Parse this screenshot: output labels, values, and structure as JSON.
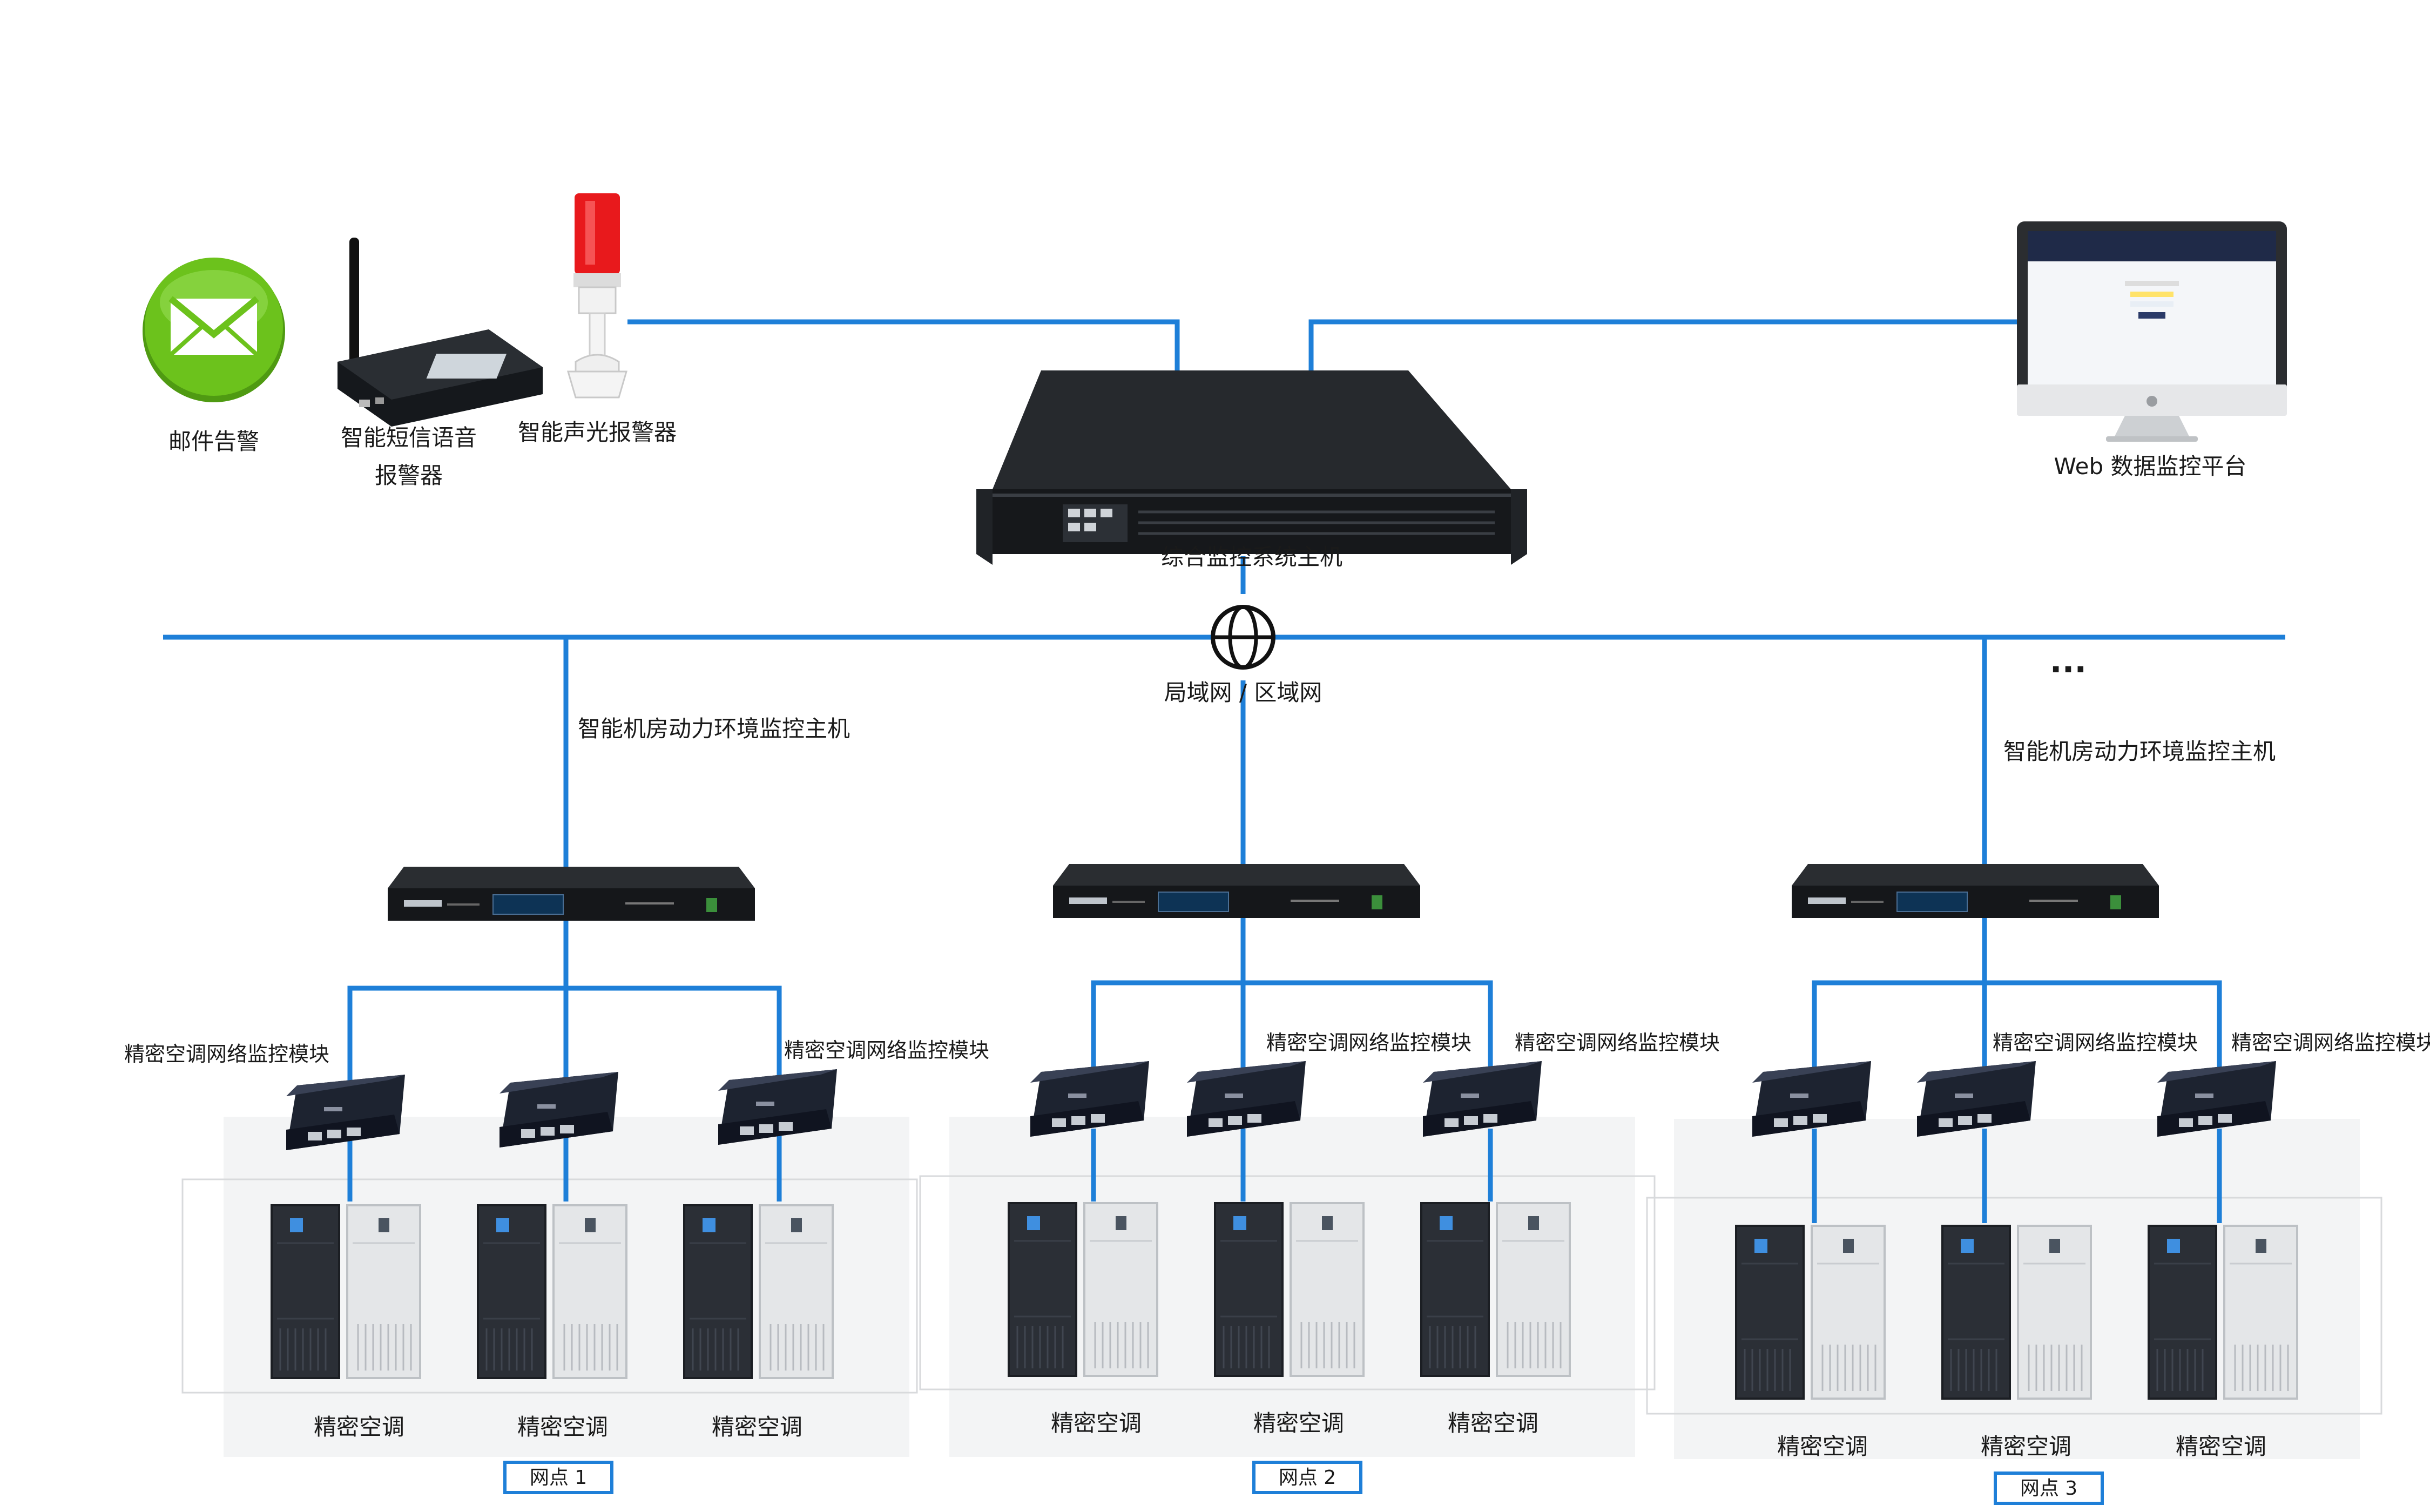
{
  "top_devices": {
    "email_alarm": "邮件告警",
    "sms_alarm_line1": "智能短信语音",
    "sms_alarm_line2": "报警器",
    "light_alarm": "智能声光报警器",
    "main_host": "综合监控系统主机",
    "web_platform": "Web 数据监控平台"
  },
  "network": {
    "label": "局域网 / 区域网",
    "ellipsis": "...",
    "sub_host_label": "智能机房动力环境监控主机"
  },
  "module_label": "精密空调网络监控模块",
  "ac_label": "精密空调",
  "sites": [
    {
      "name": "网点 1"
    },
    {
      "name": "网点 2"
    },
    {
      "name": "网点 3"
    }
  ],
  "colors": {
    "wire": "#1e7fd8",
    "email_green": "#6cc21c",
    "alarm_red": "#e8191c",
    "device_dark": "#1f2226",
    "cabinet_dark": "#2b2f36",
    "cabinet_light": "#e4e6e8"
  }
}
